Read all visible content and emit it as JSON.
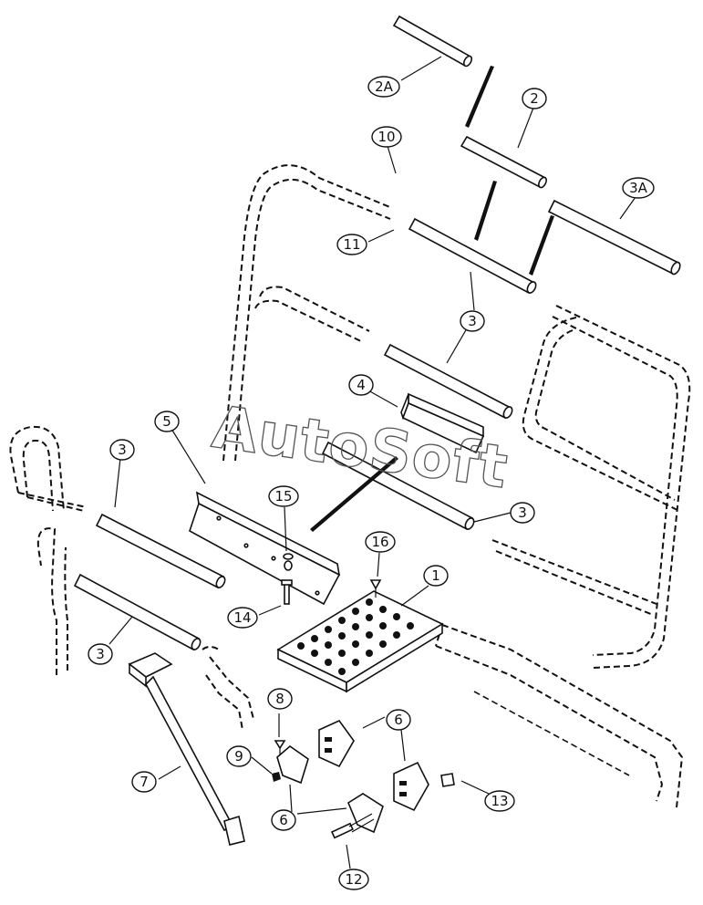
{
  "watermark": "AutoSoft",
  "callouts": {
    "c2A": "2A",
    "c2": "2",
    "c10": "10",
    "c3A": "3A",
    "c11": "11",
    "c3a": "3",
    "c4": "4",
    "c5": "5",
    "c3b": "3",
    "c15": "15",
    "c3c": "3",
    "c16": "16",
    "c1": "1",
    "c14": "14",
    "c3d": "3",
    "c8": "8",
    "c6a": "6",
    "c9": "9",
    "c7": "7",
    "c13": "13",
    "c6b": "6",
    "c12": "12"
  }
}
